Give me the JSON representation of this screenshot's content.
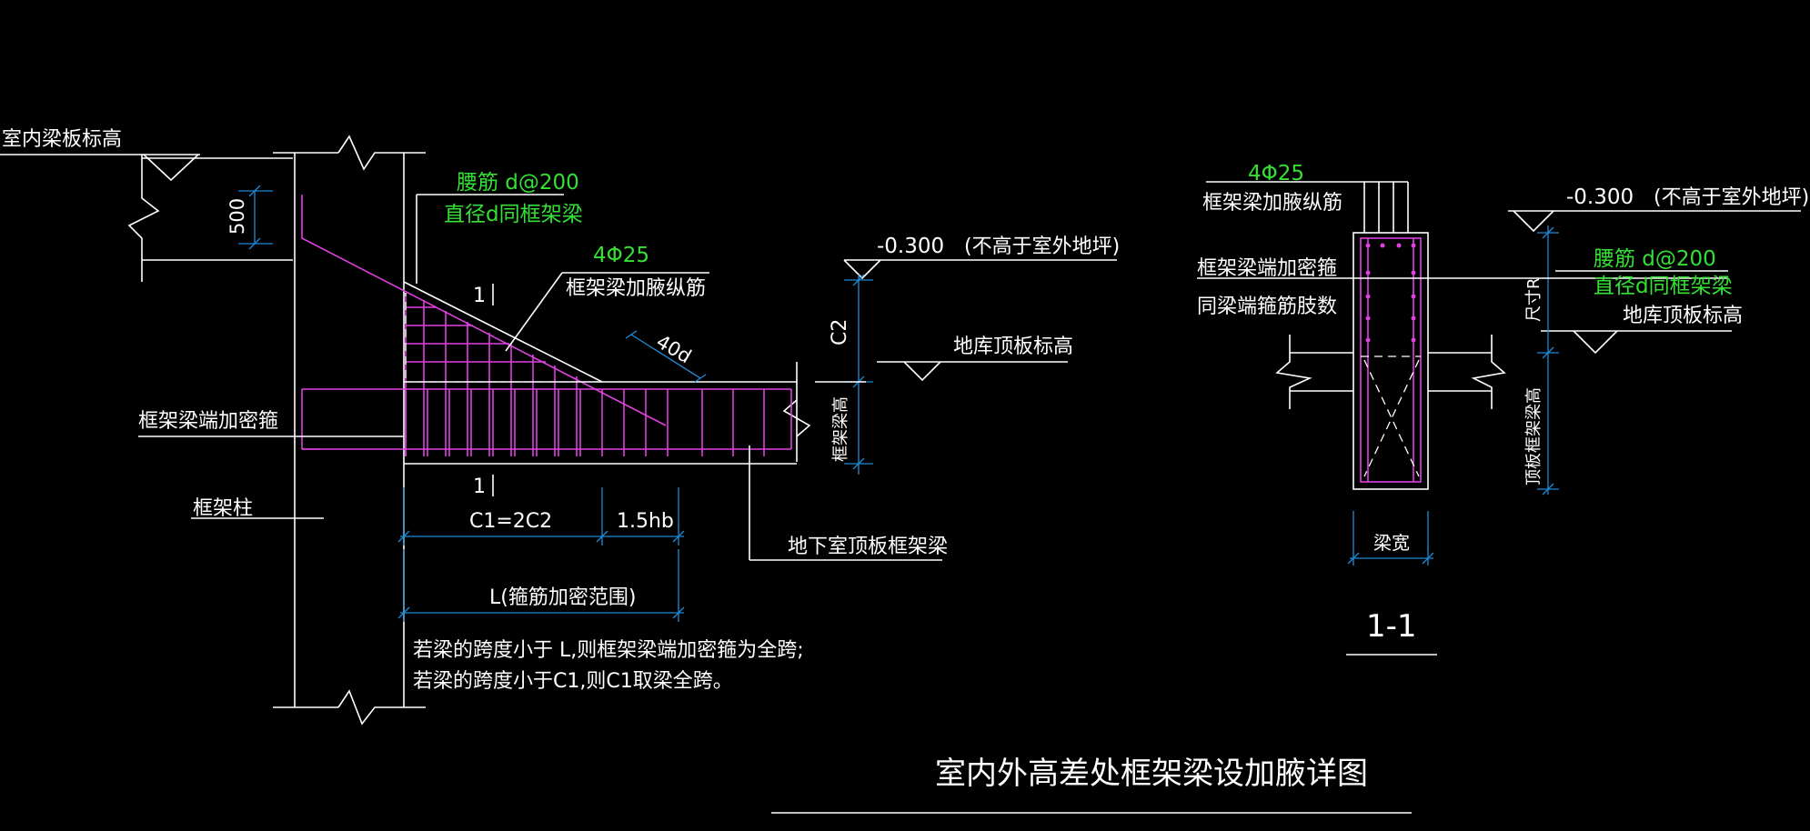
{
  "colors": {
    "background": "#000000",
    "line": "#ffffff",
    "dimension": "#1e8ad6",
    "rebar": "#e040e0",
    "note_text": "#35e035"
  },
  "main_detail": {
    "indoor_slab_elevation": "室内梁板标高",
    "dim_500": "500",
    "waist_bar_spec": "腰筋 d@200",
    "waist_bar_note": "直径d同框架梁",
    "haunch_bar_count": "4Φ25",
    "haunch_bar_label": "框架梁加腋纵筋",
    "section_mark": "1",
    "anchorage": "40d",
    "elevation_value": "-0.300",
    "elevation_note": "(不高于室外地坪)",
    "dim_c2": "C2",
    "garage_roof_elevation": "地库顶板标高",
    "beam_height": "框架梁高",
    "stirrup_label": "框架梁端加密箍",
    "column_label": "框架柱",
    "dim_c1": "C1=2C2",
    "dim_15hb": "1.5hb",
    "basement_beam": "地下室顶板框架梁",
    "dim_l": "L(箍筋加密范围)",
    "note_line1": "若梁的跨度小于 L,则框架梁端加密箍为全跨;",
    "note_line2": "若梁的跨度小于C1,则C1取梁全跨。"
  },
  "section_detail": {
    "bar_count": "4Φ25",
    "haunch_bar_label": "框架梁加腋纵筋",
    "elevation_value": "-0.300",
    "elevation_note": "(不高于室外地坪)",
    "stirrup_label": "框架梁端加密箍",
    "stirrup_note": "同梁端箍筋肢数",
    "waist_bar_spec": "腰筋 d@200",
    "waist_bar_note": "直径d同框架梁",
    "garage_roof_elevation": "地库顶板标高",
    "dim_r": "尺寸R",
    "roof_beam_height": "顶板框架梁高",
    "beam_width": "梁宽",
    "section_title": "1-1"
  },
  "drawing_title": "室内外高差处框架梁设加腋详图"
}
